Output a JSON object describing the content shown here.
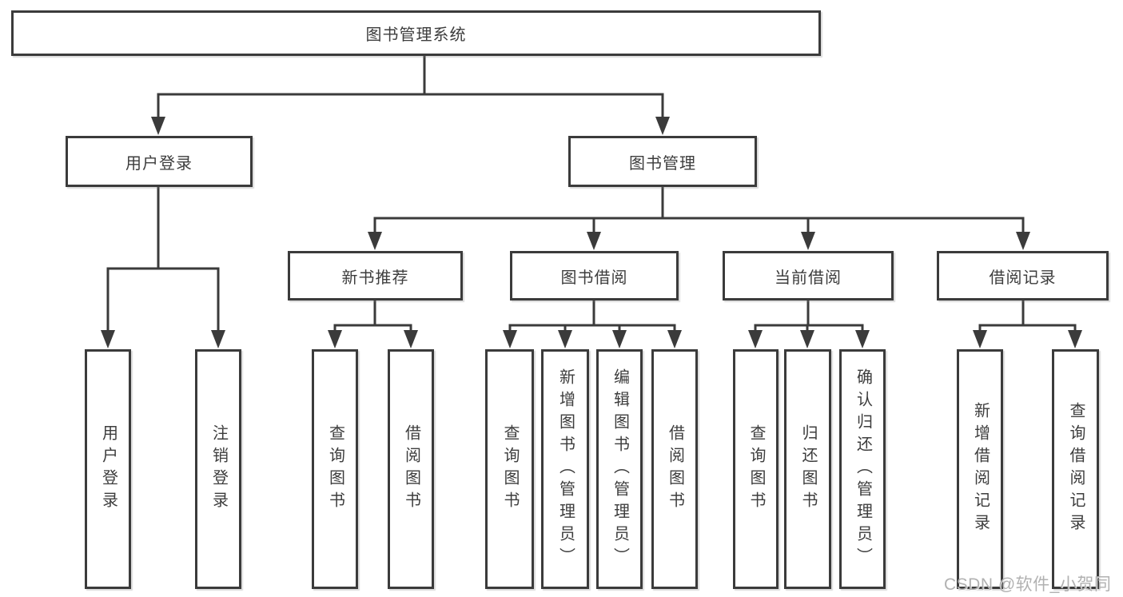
{
  "tree": {
    "label": "图书管理系统",
    "children": [
      {
        "label": "用户登录",
        "children": [
          {
            "label": "用户登录"
          },
          {
            "label": "注销登录"
          }
        ]
      },
      {
        "label": "图书管理",
        "children": [
          {
            "label": "新书推荐",
            "children": [
              {
                "label": "查询图书"
              },
              {
                "label": "借阅图书"
              }
            ]
          },
          {
            "label": "图书借阅",
            "children": [
              {
                "label": "查询图书"
              },
              {
                "label": "新增图书（管理员）"
              },
              {
                "label": "编辑图书（管理员）"
              },
              {
                "label": "借阅图书"
              }
            ]
          },
          {
            "label": "当前借阅",
            "children": [
              {
                "label": "查询图书"
              },
              {
                "label": "归还图书"
              },
              {
                "label": "确认归还（管理员）"
              }
            ]
          },
          {
            "label": "借阅记录",
            "children": [
              {
                "label": "新增借阅记录"
              },
              {
                "label": "查询借阅记录"
              }
            ]
          }
        ]
      }
    ]
  },
  "watermark": {
    "text": "CSDN @软件_小贺同学"
  },
  "colors": {
    "line": "#3b3b3b",
    "text": "#3d3d3d",
    "box_fill": "#ffffff",
    "background": "#ffffff",
    "watermark": "#adadad"
  }
}
